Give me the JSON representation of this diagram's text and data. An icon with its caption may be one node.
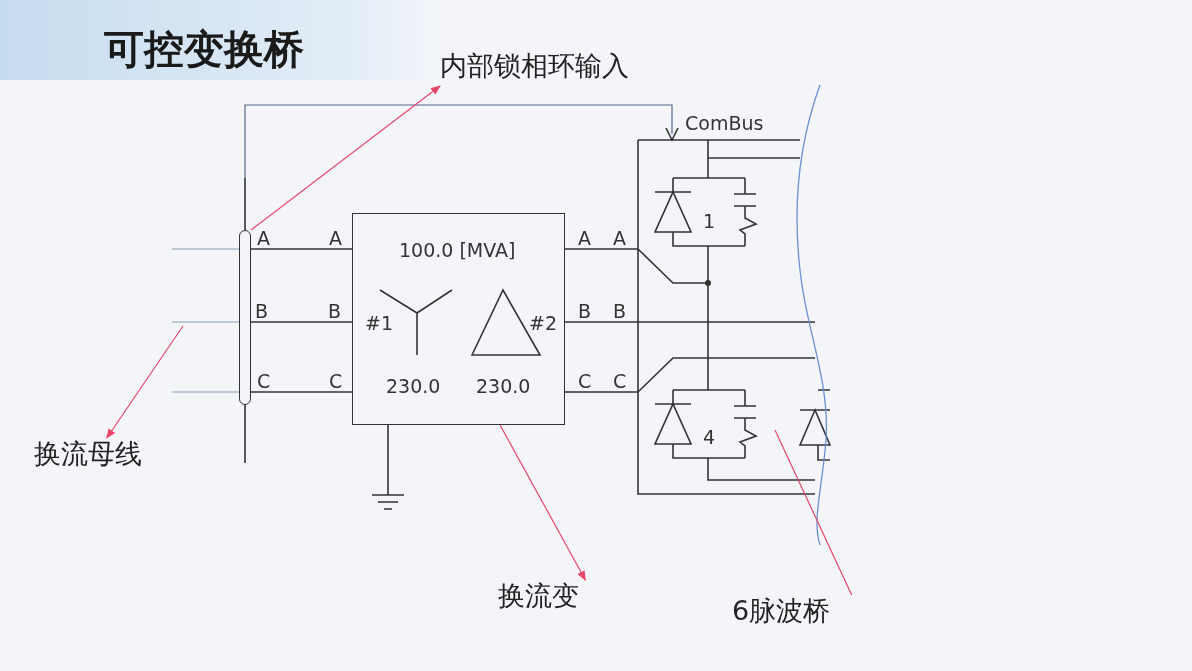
{
  "diagram": {
    "title": "可控变换桥",
    "nodes": [
      {
        "text": [],
        "shape": "bar"
      },
      {
        "text": [
          "100.0 [MVA]",
          "#1",
          "#2",
          "230.0",
          "230.0"
        ]
      },
      {
        "text": [
          "内部锁相环输入"
        ]
      },
      {
        "text": [
          "换流母线"
        ]
      },
      {
        "text": [
          "换流变"
        ]
      },
      {
        "text": [
          "6脉波桥"
        ]
      }
    ],
    "edges": [
      {
        "from": 0,
        "to": 2,
        "arrow": "to"
      },
      {
        "from": null,
        "to": 3,
        "arrow": "to"
      },
      {
        "from": 1,
        "to": 4,
        "arrow": "to"
      },
      {
        "from": null,
        "to": 5,
        "arrow": "none"
      },
      {
        "from": 0,
        "to": 1,
        "arrow": "none",
        "color": "#333333"
      },
      {
        "from": 0,
        "to": 1,
        "arrow": "none",
        "color": "#333333"
      },
      {
        "from": 0,
        "to": 1,
        "arrow": "none",
        "color": "#333333"
      }
    ],
    "labels": [
      "ComBus",
      "A",
      "A",
      "A",
      "A",
      "1",
      "B",
      "B",
      "B",
      "B",
      "C",
      "C",
      "C",
      "C",
      "4"
    ]
  }
}
